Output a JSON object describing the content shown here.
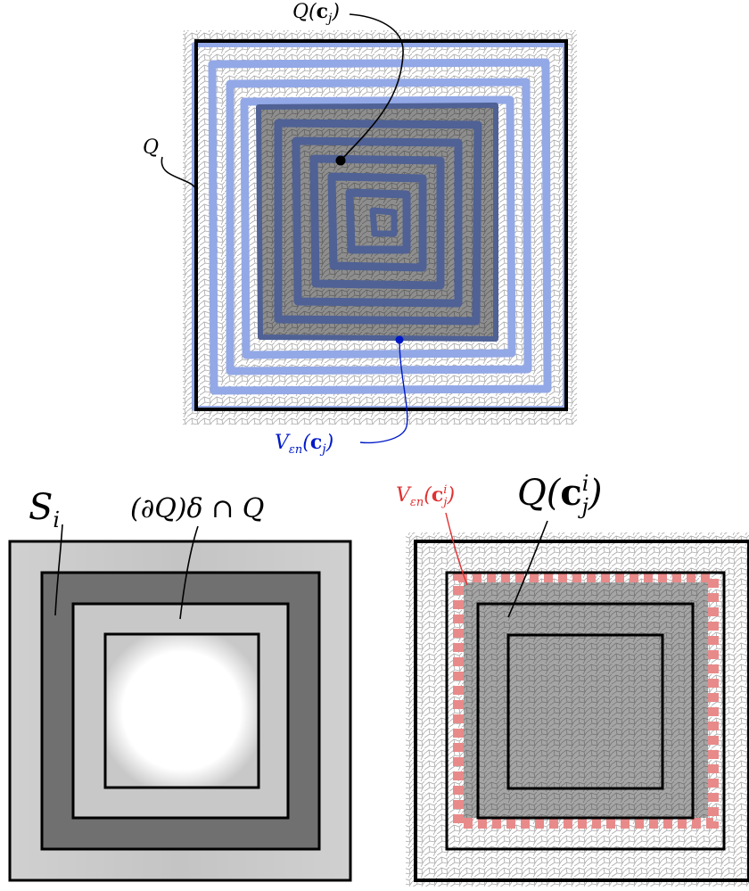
{
  "top_panel": {
    "label_Qcj": {
      "main": "Q(",
      "bold": "c",
      "sub": "j",
      "close": ")"
    },
    "label_Q": "Q",
    "label_Veps": {
      "script": "V",
      "sub": "εn",
      "open": "(",
      "bold": "c",
      "sub2": "j",
      "close": ")"
    },
    "colors": {
      "mesh": "#b0b0b0",
      "band_light": "#93a8e6",
      "band_dark": "#4f6195",
      "core": "#8a8a8a",
      "frame": "#000000",
      "marker_blue": "#0019c8"
    }
  },
  "bottom_left_panel": {
    "label_S": {
      "main": "S",
      "sub": "i"
    },
    "label_region": "(∂Q)δ ∩ Q",
    "colors": {
      "outer_grey": "#c6c6c6",
      "dark_ring": "#707070",
      "light_ring": "#c8c8c8",
      "inner": "#ffffff"
    }
  },
  "bottom_right_panel": {
    "label_V": {
      "script": "V",
      "sub": "εn",
      "open": "(",
      "bold": "c",
      "sup": "i",
      "sub2": "j",
      "close": ")"
    },
    "label_Q": {
      "main": "Q(",
      "bold": "c",
      "sup": "i",
      "sub": "j",
      "close": ")"
    },
    "colors": {
      "mesh": "#c0c0c0",
      "red": "#e88a8a",
      "core": "#9c9c9c",
      "label_red": "#e03030"
    }
  }
}
